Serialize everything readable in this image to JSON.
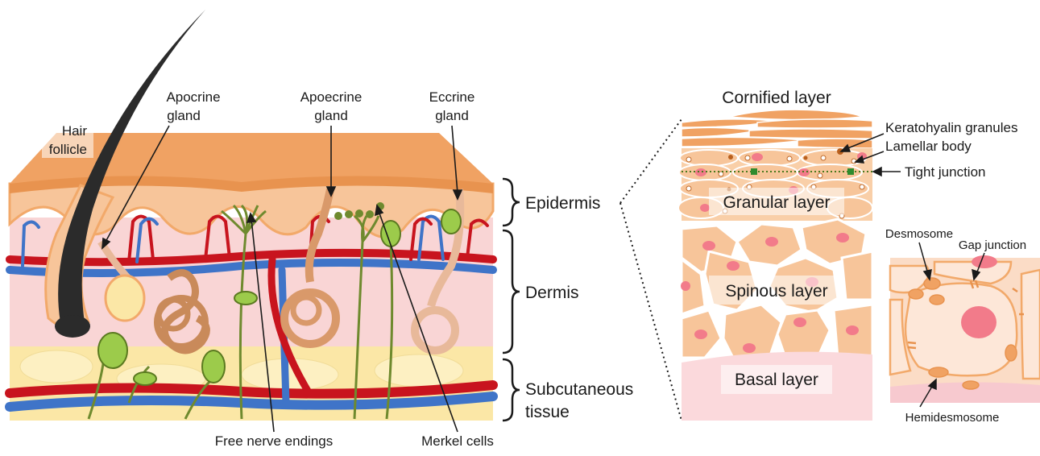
{
  "cross_section": {
    "labels": {
      "hair_follicle": [
        "Hair",
        "follicle"
      ],
      "apocrine_gland": [
        "Apocrine",
        "gland"
      ],
      "apoecrine_gland": [
        "Apoecrine",
        "gland"
      ],
      "eccrine_gland": [
        "Eccrine",
        "gland"
      ],
      "free_nerve_endings": "Free nerve endings",
      "merkel_cells": "Merkel cells"
    },
    "regions": {
      "epidermis": "Epidermis",
      "dermis": "Dermis",
      "subcutaneous": [
        "Subcutaneous",
        "tissue"
      ]
    },
    "colors": {
      "epidermis_top": "#f0a263",
      "epidermis_body": "#f7c59a",
      "dermis": "#f9d5d5",
      "subcutaneous": "#fbe7a6",
      "artery": "#c8141e",
      "vein": "#3f74c8",
      "nerve": "#6f8a2e",
      "gland": "#d9996a",
      "hair": "#2b2b2b"
    }
  },
  "epidermis_detail": {
    "layers": {
      "cornified": "Cornified layer",
      "granular": "Granular layer",
      "spinous": "Spinous layer",
      "basal": "Basal layer"
    },
    "annotations": {
      "keratohyalin": "Keratohyalin granules",
      "lamellar": "Lamellar body",
      "tight_junction": "Tight junction"
    }
  },
  "junction_detail": {
    "labels": {
      "desmosome": "Desmosome",
      "gap_junction": "Gap junction",
      "hemidesmosome": "Hemidesmosome"
    }
  }
}
